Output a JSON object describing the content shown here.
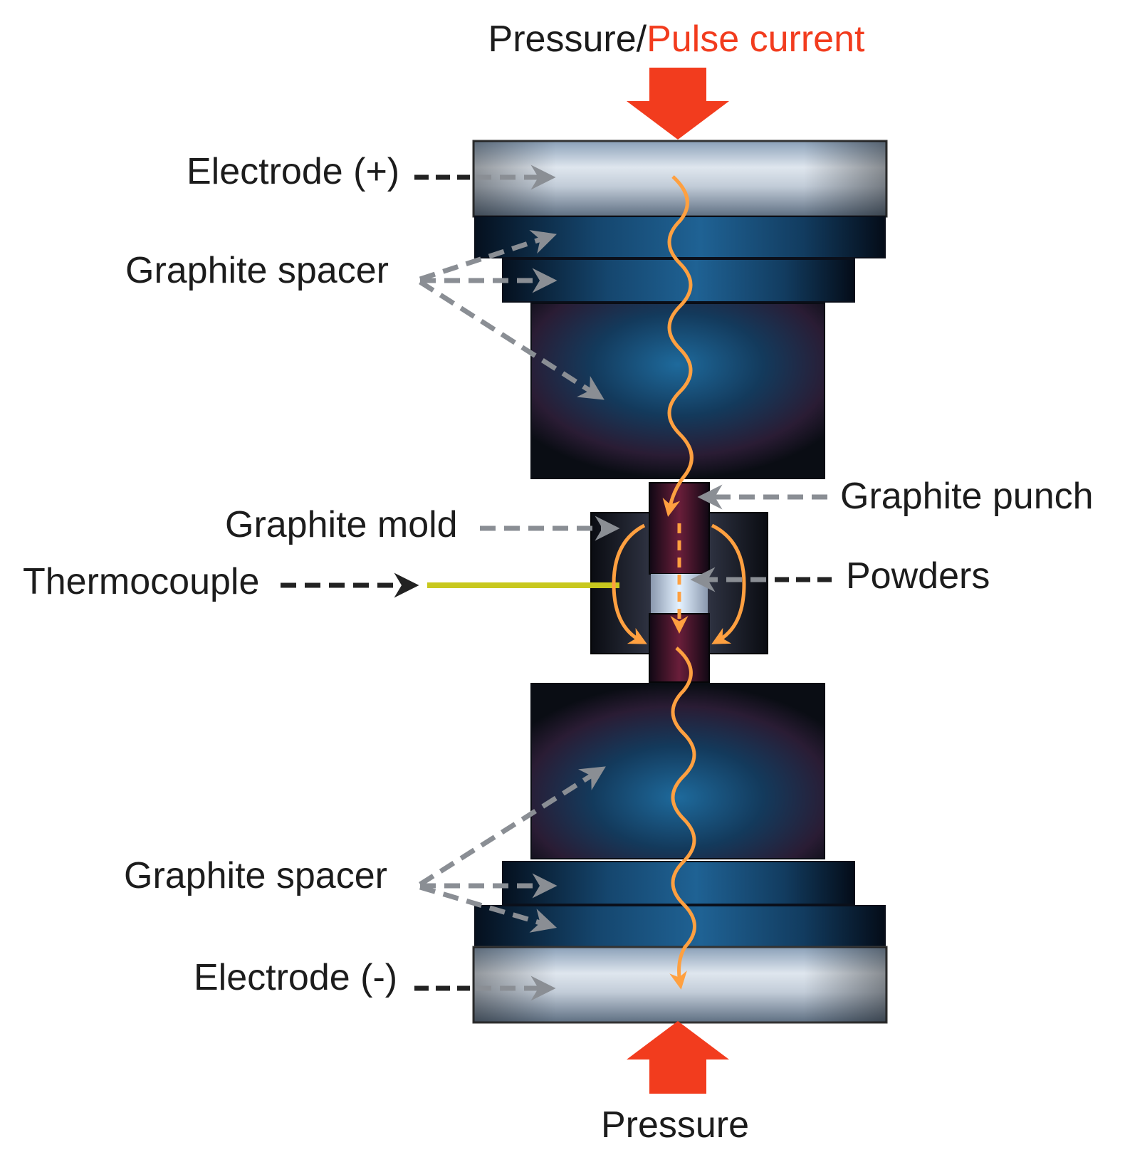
{
  "title": {
    "prefix": "Pressure/",
    "highlight": "Pulse current"
  },
  "bottom_label": "Pressure",
  "labels": {
    "electrode_top": "Electrode (+)",
    "spacer_top": "Graphite spacer",
    "graphite_punch": "Graphite punch",
    "graphite_mold": "Graphite mold",
    "thermocouple": "Thermocouple",
    "powders": "Powders",
    "spacer_bottom": "Graphite spacer",
    "electrode_bottom": "Electrode (-)"
  },
  "colors": {
    "pressure_arrow": "#f23c1e",
    "current_path": "#ffa040",
    "thermocouple_rod": "#c8c81e",
    "spacer_blue": "#1a5a8a",
    "electrode_silver": "#c9d3dd"
  },
  "icons": {
    "pressure": "down-arrow-icon",
    "current": "wavy-current-icon",
    "pointer": "dashed-arrow-icon"
  }
}
